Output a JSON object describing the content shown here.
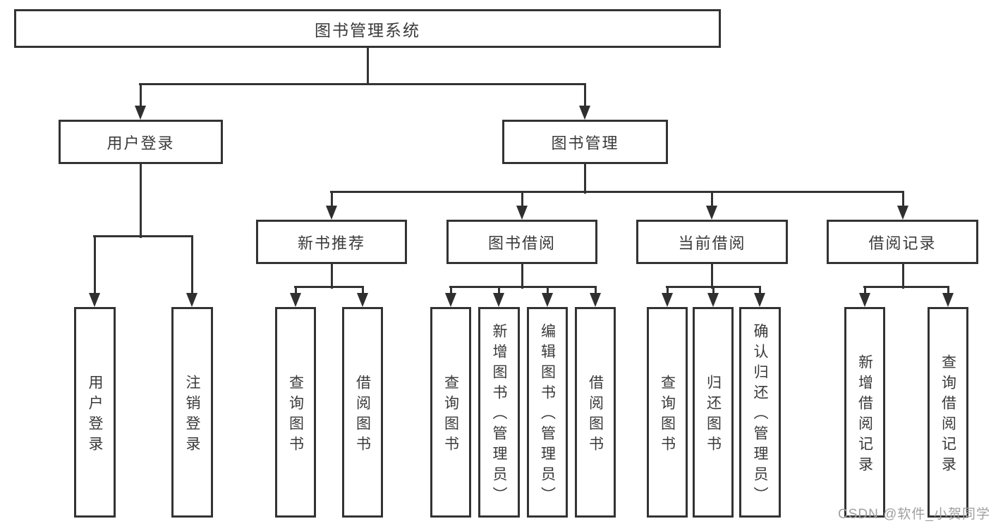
{
  "diagram": {
    "root": {
      "label": "图书管理系统"
    },
    "level2": [
      {
        "id": "user-login",
        "label": "用户登录"
      },
      {
        "id": "book-management",
        "label": "图书管理"
      }
    ],
    "level3": [
      {
        "id": "new-book-recommend",
        "label": "新书推荐"
      },
      {
        "id": "book-borrow",
        "label": "图书借阅"
      },
      {
        "id": "current-borrow",
        "label": "当前借阅"
      },
      {
        "id": "borrow-records",
        "label": "借阅记录"
      }
    ],
    "leaves": [
      {
        "label": "用户登录"
      },
      {
        "label": "注销登录"
      },
      {
        "label": "查询图书"
      },
      {
        "label": "借阅图书"
      },
      {
        "label": "查询图书"
      },
      {
        "label": "新增图书（管理员）"
      },
      {
        "label": "编辑图书（管理员）"
      },
      {
        "label": "借阅图书"
      },
      {
        "label": "查询图书"
      },
      {
        "label": "归还图书"
      },
      {
        "label": "确认归还（管理员）"
      },
      {
        "label": "新增借阅记录"
      },
      {
        "label": "查询借阅记录"
      }
    ]
  },
  "watermark": {
    "text": "CSDN @软件_小贺同学"
  },
  "colors": {
    "line": "#333333",
    "text": "#3a3a3a",
    "watermark": "#a0a0a0",
    "background": "#ffffff"
  }
}
